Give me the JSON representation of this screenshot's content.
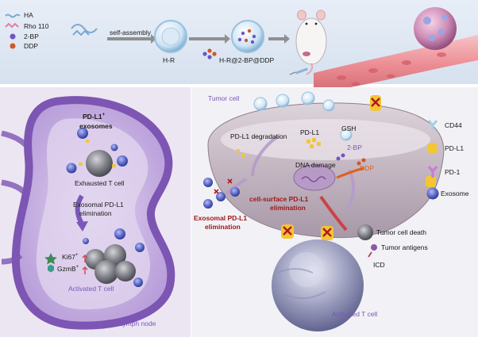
{
  "legend_top": {
    "ha": "HA",
    "rho110": "Rho 110",
    "bp2": "2-BP",
    "ddp": "DDP"
  },
  "synthesis": {
    "self_assembly": "self-assembly",
    "hr": "H-R",
    "hr_loaded": "H-R@2-BP@DDP"
  },
  "lymph": {
    "pdl1_exosomes_line1": "PD-L1",
    "pdl1_sup": "+",
    "pdl1_exosomes_line2": "exosomes",
    "exhausted": "Exhausted T cell",
    "exo_elim_line1": "Exosomal PD-L1",
    "exo_elim_line2": "elimination",
    "ki67": "Ki67",
    "ki67_sup": "+",
    "gzmb": "GzmB",
    "gzmb_sup": "+",
    "activated": "Activated T cell",
    "node": "Lymph node"
  },
  "tumor": {
    "title": "Tumor cell",
    "pdl1_degradation": "PD-L1 degradation",
    "pdl1": "PD-L1",
    "gsh": "GSH",
    "bp2": "2-BP",
    "ddp": "DDP",
    "dna_damage": "DNA damage",
    "surface_elim_line1": "cell-surface PD-L1",
    "surface_elim_line2": "elimination",
    "exo_elim_line1": "Exosomal PD-L1",
    "exo_elim_line2": "elimination",
    "cell_death": "Tumor cell death",
    "antigens": "Tumor antigens",
    "icd": "ICD",
    "activated": "Activated T cell"
  },
  "legend_right": {
    "cd44": "CD44",
    "pdl1": "PD-L1",
    "pd1": "PD-1",
    "exosome": "Exosome"
  },
  "colors": {
    "top_band": "#dfe8f4",
    "lymph_bg": "#ede8f3",
    "node_fill": "#c9b3e2",
    "node_outline": "#8c62bf",
    "tumor_bg": "#f2f2f5",
    "tumor_cell": "#c7bac6",
    "vessel": "#ee9aa0",
    "tcell": "#6e6e76",
    "exosome": "#5a68c8",
    "pdl1": "#f3c634",
    "pd1": "#c97cd6",
    "red_text": "#a01818",
    "orange_text": "#e0601c"
  },
  "icons": [
    "ha-chain-icon",
    "rho110-icon",
    "bp2-dot-icon",
    "ddp-dot-icon",
    "mouse-icon",
    "tumor-sphere-icon",
    "lymph-node-icon",
    "tumor-cell-icon",
    "exosome-icon",
    "t-cell-icon",
    "cd44-icon",
    "pdl1-icon",
    "pd1-icon",
    "nucleus-icon",
    "dna-icon",
    "syringe-icon",
    "ki67-star-icon",
    "gzmb-hexagon-icon"
  ]
}
